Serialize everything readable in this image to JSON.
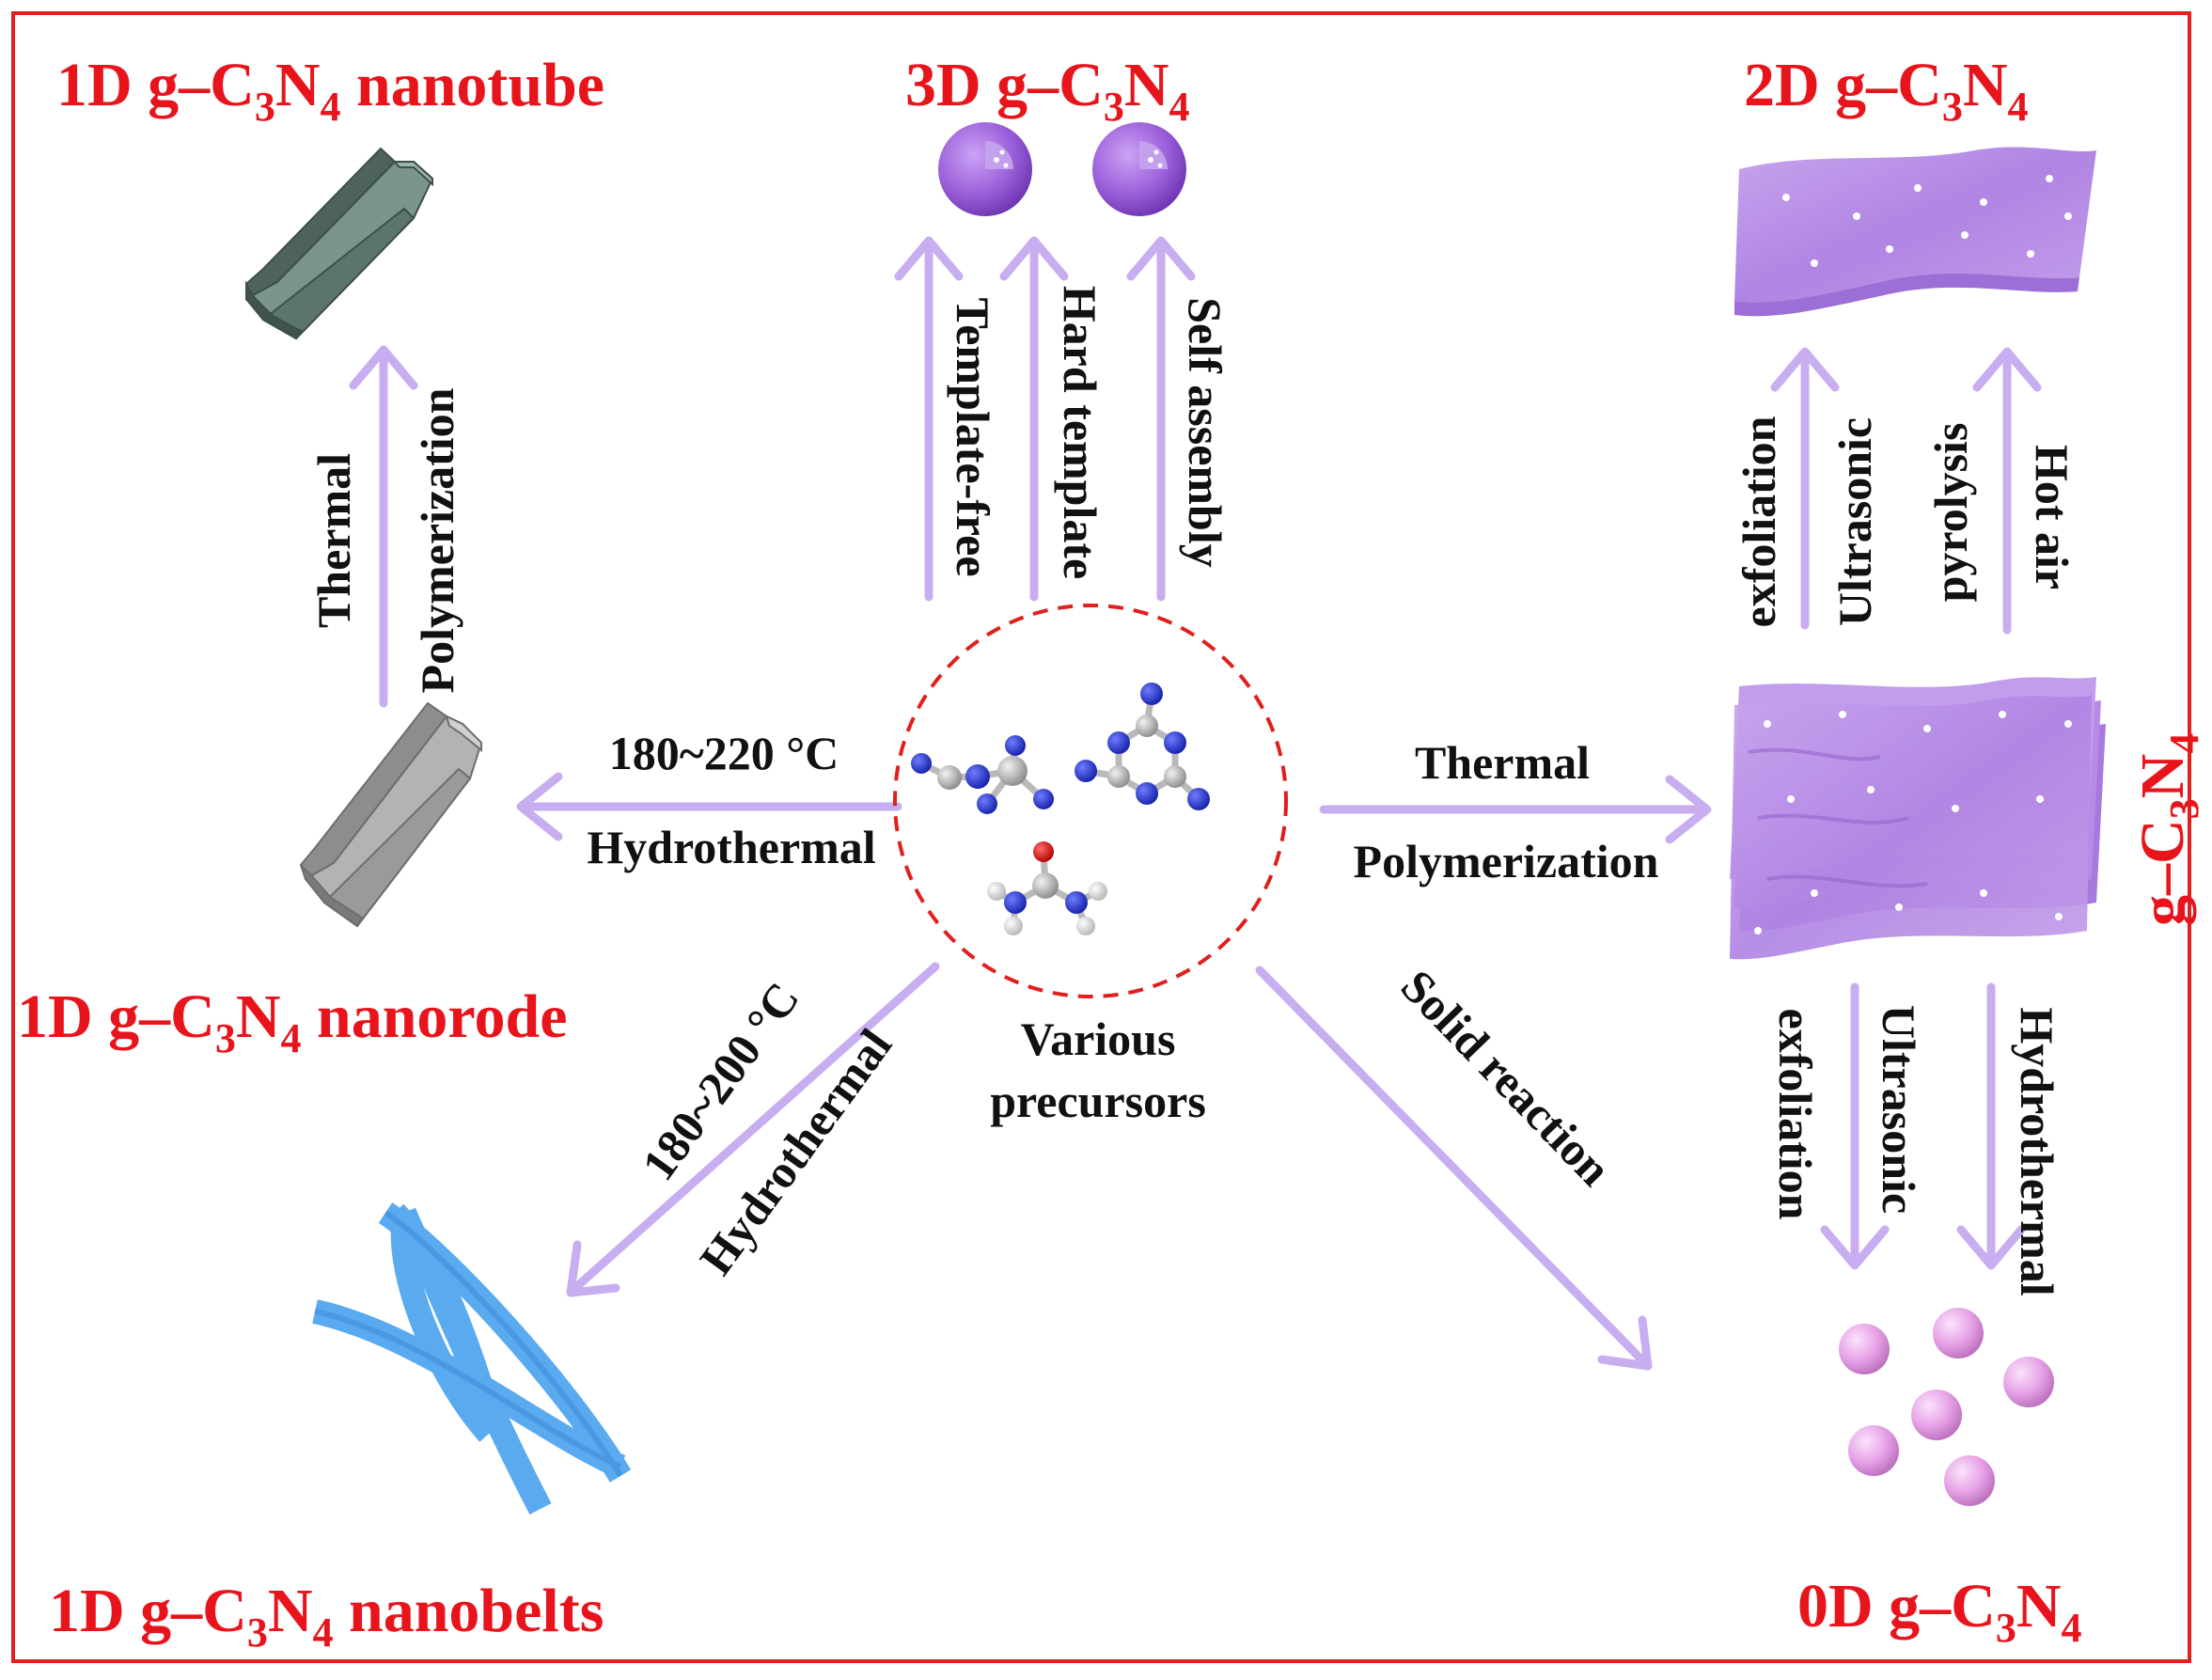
{
  "colors": {
    "frame": "#e0201c",
    "title": "#e8141c",
    "arrow": "#c8aef0",
    "label": "#111111",
    "sheet": "#b78ee6",
    "sphere": "#9b5fd9",
    "dot": "#e6a2e6",
    "belt": "#5aaaf0",
    "hexagon_dark": "#6f8a7f",
    "hexagon_grey": "#a9a9a9"
  },
  "titles": {
    "nanotube": {
      "pre": "1D g–C",
      "s1": "3",
      "mid": "N",
      "s2": "4",
      "post": " nanotube"
    },
    "three_d": {
      "pre": "3D g–C",
      "s1": "3",
      "mid": "N",
      "s2": "4",
      "post": ""
    },
    "two_d": {
      "pre": "2D g–C",
      "s1": "3",
      "mid": "N",
      "s2": "4",
      "post": ""
    },
    "nanorode": {
      "pre": "1D g–C",
      "s1": "3",
      "mid": "N",
      "s2": "4",
      "post": " nanorode"
    },
    "nanobelts": {
      "pre": "1D g–C",
      "s1": "3",
      "mid": "N",
      "s2": "4",
      "post": " nanobelts"
    },
    "zero_d": {
      "pre": "0D g–C",
      "s1": "3",
      "mid": "N",
      "s2": "4",
      "post": ""
    },
    "bulk": {
      "pre": "g–C",
      "s1": "3",
      "mid": "N",
      "s2": "4",
      "post": ""
    }
  },
  "labels": {
    "thermal_1": "Thermal",
    "polymerization_1": "Polymerization",
    "template_free": "Template-free",
    "hard_template": "Hard template",
    "self_assembly": "Self assembly",
    "ultrasonic_1": "Ultrasonic",
    "exfoliation_1": "exfoliation",
    "hot_air": "Hot air",
    "pyrolysis": "pyrolysis",
    "temp_220": "180~220 °C",
    "hydrothermal_1": "Hydrothermal",
    "thermal_2": "Thermal",
    "polymerization_2": "Polymerization",
    "temp_200": "180~200 °C",
    "hydrothermal_2": "Hydrothermal",
    "various": "Various",
    "precursors": "precursors",
    "solid_reaction": "Solid reaction",
    "ultrasonic_2": "Ultrasonic",
    "exfoliation_2": "exfoliation",
    "hydrothermal_3": "Hydrothermal"
  }
}
